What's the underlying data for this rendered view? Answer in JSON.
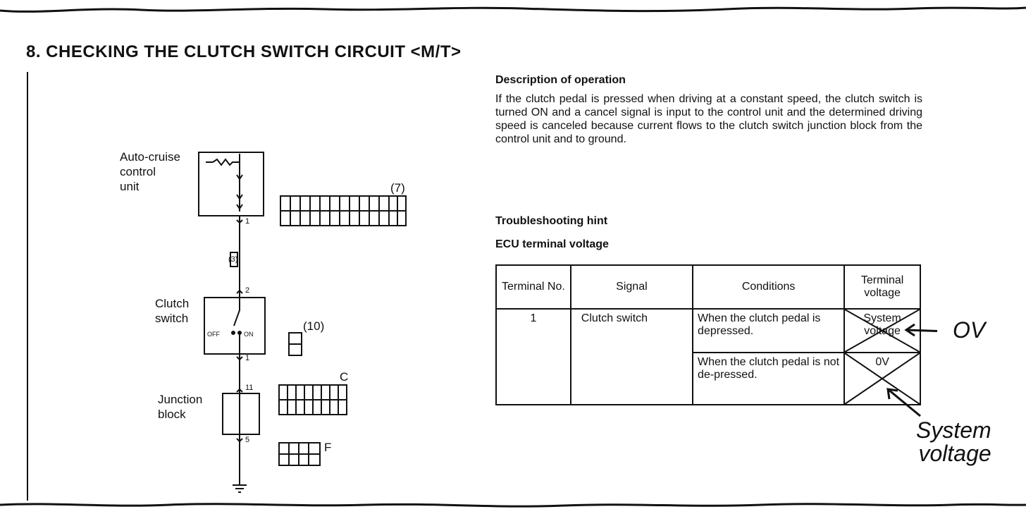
{
  "heading": "8. CHECKING THE CLUTCH SWITCH CIRCUIT <M/T>",
  "diagram": {
    "auto_cruise_label": [
      "Auto-cruise",
      "control",
      "unit"
    ],
    "clutch_switch_label": [
      "Clutch",
      "switch"
    ],
    "junction_block_label": [
      "Junction",
      "block"
    ],
    "connector_7": "(7)",
    "connector_10": "(10)",
    "connector_c": "C",
    "connector_f": "F",
    "pin_1_top": "1",
    "pin_2": "2",
    "pin_1_switch": "1",
    "pin_11": "11",
    "pin_5": "5",
    "off_label": "OFF",
    "on_label": "ON",
    "wire_code": "(3)"
  },
  "description": {
    "title": "Description of operation",
    "text": "If the clutch pedal is pressed when driving at a constant speed, the clutch switch is turned ON and a cancel signal is input to the control unit and the determined driving speed is canceled because current flows to the clutch switch junction block from the control unit and to ground."
  },
  "troubleshooting": {
    "title": "Troubleshooting hint",
    "subtitle": "ECU terminal voltage"
  },
  "table": {
    "headers": [
      "Terminal No.",
      "Signal",
      "Conditions",
      "Terminal voltage"
    ],
    "terminal": "1",
    "signal": "Clutch switch",
    "rows": [
      {
        "condition": "When the clutch pedal is depressed.",
        "voltage": "System voltage"
      },
      {
        "condition": "When the clutch pedal is not de-pressed.",
        "voltage": "0V"
      }
    ]
  },
  "annotations": {
    "ov": "OV",
    "system_voltage": [
      "System",
      "voltage"
    ]
  }
}
